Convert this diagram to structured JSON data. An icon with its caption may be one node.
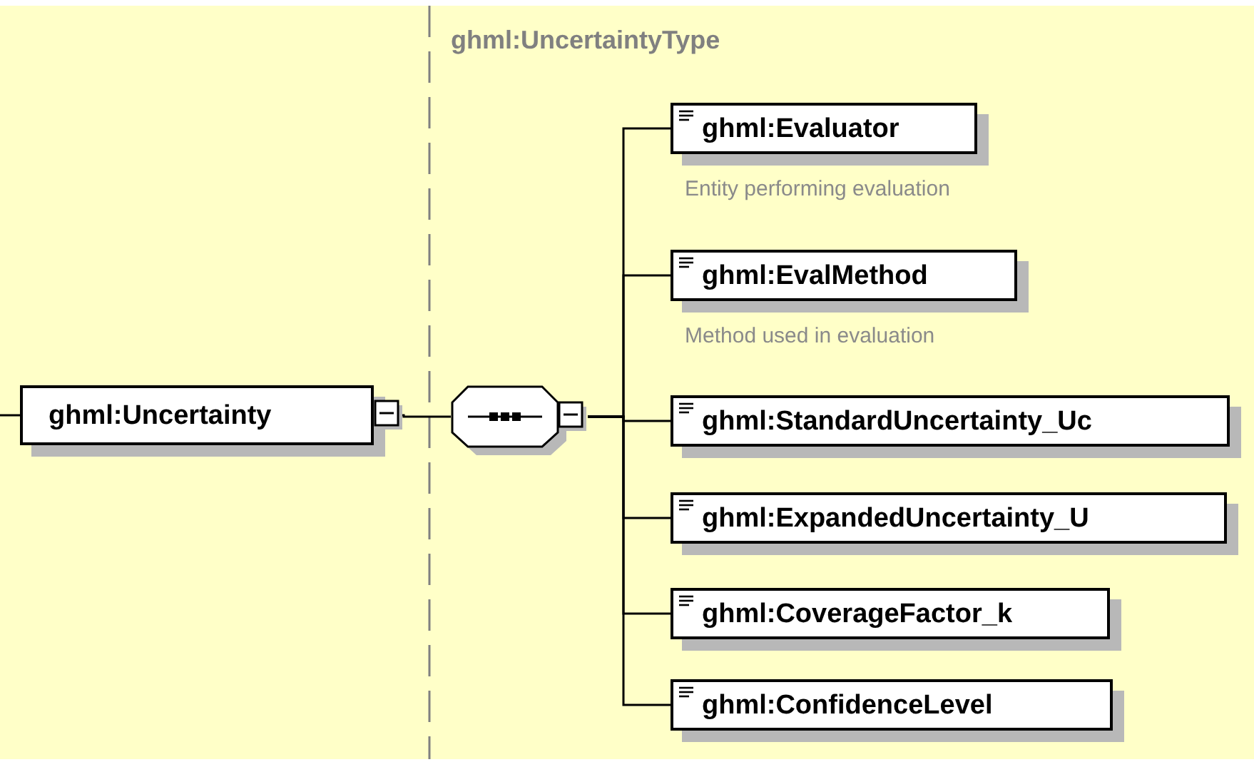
{
  "diagram": {
    "nodes": [
      {
        "text": [
          "ghml:Uncertainty"
        ]
      },
      {
        "text": [],
        "shape": "octagon"
      },
      {
        "text": [
          "ghml:Evaluator"
        ],
        "beside": [
          "Entity performing evaluation"
        ]
      },
      {
        "text": [
          "ghml:EvalMethod"
        ],
        "beside": [
          "Method used in evaluation"
        ]
      },
      {
        "text": [
          "ghml:StandardUncertainty_Uc"
        ]
      },
      {
        "text": [
          "ghml:ExpandedUncertainty_U"
        ]
      },
      {
        "text": [
          "ghml:CoverageFactor_k"
        ]
      },
      {
        "text": [
          "ghml:ConfidenceLevel"
        ]
      }
    ],
    "edges": [
      {
        "from": null,
        "to": 0,
        "arrow": "none"
      },
      {
        "from": 0,
        "to": 1,
        "arrow": "none"
      },
      {
        "from": 1,
        "to": 2,
        "arrow": "none"
      },
      {
        "from": 1,
        "to": 3,
        "arrow": "none"
      },
      {
        "from": 1,
        "to": 4,
        "arrow": "none"
      },
      {
        "from": 1,
        "to": 5,
        "arrow": "none"
      },
      {
        "from": 1,
        "to": 6,
        "arrow": "none"
      },
      {
        "from": 1,
        "to": 7,
        "arrow": "none"
      }
    ],
    "labels": [
      "ghml:UncertaintyType"
    ]
  }
}
